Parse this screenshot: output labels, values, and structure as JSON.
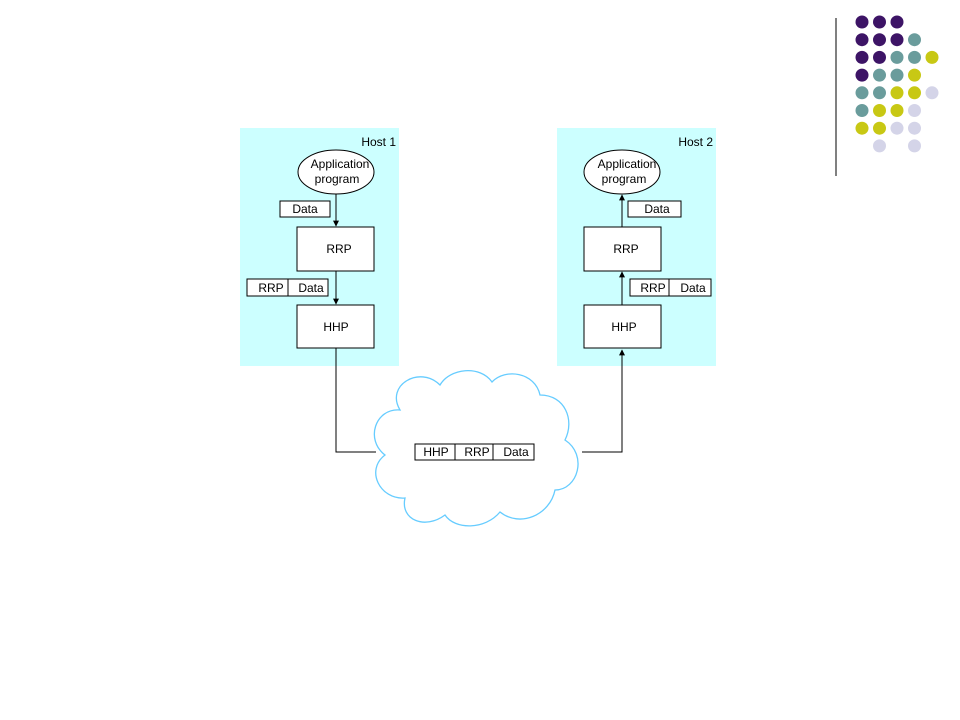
{
  "hosts": [
    {
      "label": "Host 1",
      "app": {
        "line1": "Application",
        "line2": "program"
      },
      "data_label": "Data",
      "rrp_label": "RRP",
      "rrp_header": {
        "rrp": "RRP",
        "data": "Data"
      },
      "hhp_label": "HHP"
    },
    {
      "label": "Host 2",
      "app": {
        "line1": "Application",
        "line2": "program"
      },
      "data_label": "Data",
      "rrp_label": "RRP",
      "rrp_header": {
        "rrp": "RRP",
        "data": "Data"
      },
      "hhp_label": "HHP"
    }
  ],
  "network_packet": {
    "hhp": "HHP",
    "rrp": "RRP",
    "data": "Data"
  },
  "colors": {
    "host_bg": "#ccffff",
    "cloud_stroke": "#66ccff",
    "dot_purple": "#3d1466",
    "dot_teal": "#6a9c9c",
    "dot_yellow": "#c8c814",
    "dot_lavender": "#d4d4e8"
  }
}
